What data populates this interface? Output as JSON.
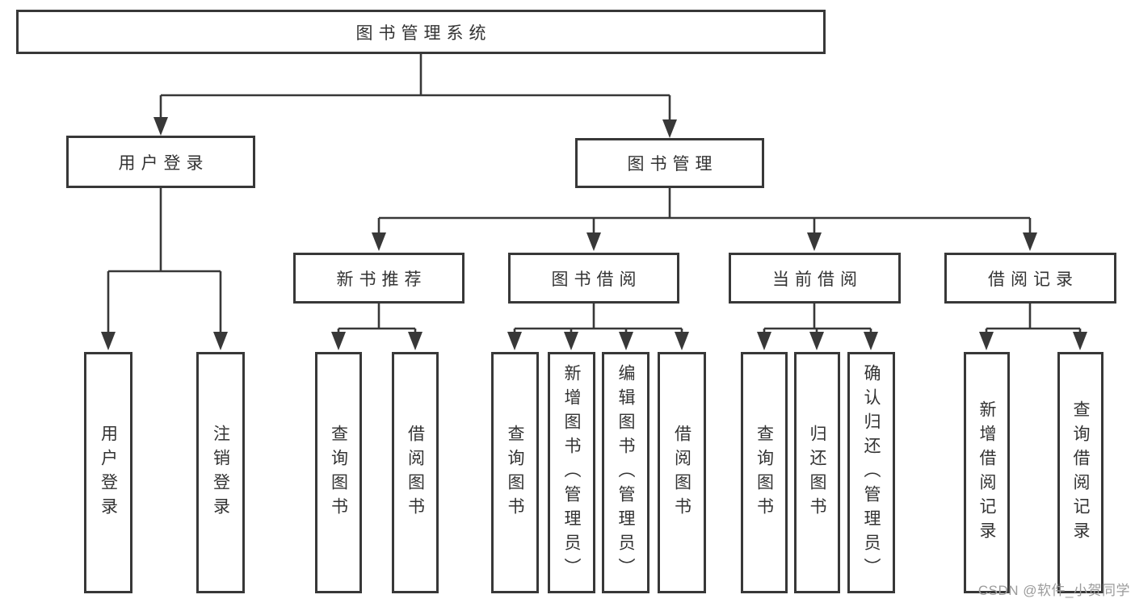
{
  "tree": {
    "root": "图书管理系统",
    "level2": [
      "用户登录",
      "图书管理"
    ],
    "level3": [
      "新书推荐",
      "图书借阅",
      "当前借阅",
      "借阅记录"
    ],
    "leaves_user_login": [
      "用户登录",
      "注销登录"
    ],
    "leaves_new_book": [
      "查询图书",
      "借阅图书"
    ],
    "leaves_book_borrow": [
      "查询图书",
      "新增图书（管理员）",
      "编辑图书（管理员）",
      "借阅图书"
    ],
    "leaves_current_borrow": [
      "查询图书",
      "归还图书",
      "确认归还（管理员）"
    ],
    "leaves_borrow_record": [
      "新增借阅记录",
      "查询借阅记录"
    ]
  },
  "watermark": "CSDN @软件_小贺同学",
  "colors": {
    "line": "#383838",
    "text": "#333333",
    "watermark": "#9b9b9b",
    "background": "#ffffff"
  }
}
